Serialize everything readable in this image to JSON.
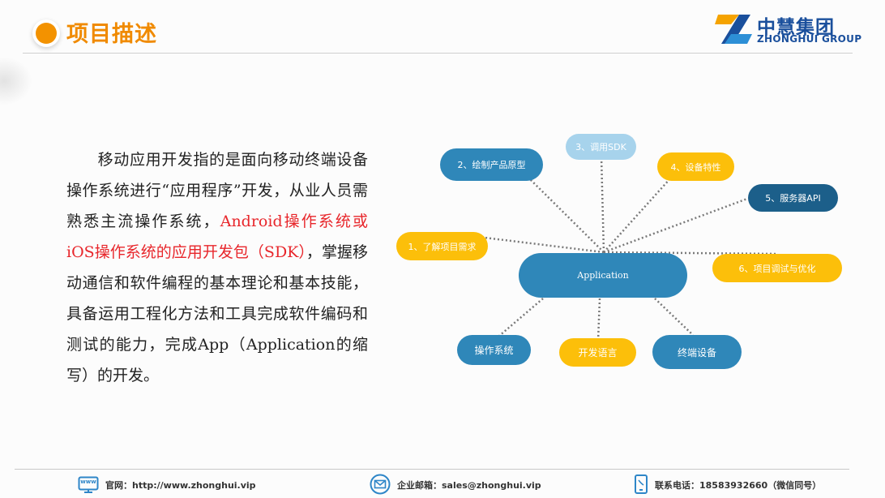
{
  "header": {
    "title": "项目描述",
    "logo_cn": "中慧集团",
    "logo_en": "ZHONGHUI GROUP"
  },
  "description": {
    "part1": "移动应用开发指的是面向移动终端设备操作系统进行“应用程序”开发，从业人员需熟悉主流操作系统，",
    "highlight": "Android操作系统或iOS操作系统的应用开发包（SDK）",
    "part2": "，掌握移动通信和软件编程的基本理论和基本技能，具备运用工程化方法和工具完成软件编码和测试的能力，完成App（Application的缩写）的开发。"
  },
  "diagram": {
    "center": "Application",
    "nodes": [
      {
        "id": "n1",
        "label": "1、了解项目需求",
        "color": "yellow"
      },
      {
        "id": "n2",
        "label": "2、绘制产品原型",
        "color": "blue"
      },
      {
        "id": "n3",
        "label": "3、调用SDK",
        "color": "lightblue"
      },
      {
        "id": "n4",
        "label": "4、设备特性",
        "color": "yellow"
      },
      {
        "id": "n5",
        "label": "5、服务器API",
        "color": "darkblue"
      },
      {
        "id": "n6",
        "label": "6、项目调试与优化",
        "color": "yellow"
      },
      {
        "id": "n7",
        "label": "操作系统",
        "color": "blue"
      },
      {
        "id": "n8",
        "label": "开发语言",
        "color": "yellow"
      },
      {
        "id": "n9",
        "label": "终端设备",
        "color": "blue"
      }
    ]
  },
  "footer": {
    "website_label": "官网：",
    "website": "http://www.zhonghui.vip",
    "email_label": "企业邮箱：",
    "email": "sales@zhonghui.vip",
    "phone_label": "联系电话：",
    "phone": "18583932660（微信同号）",
    "www_icon_text": "www"
  },
  "colors": {
    "accent": "#f08a00",
    "blue": "#2f87b9",
    "dark_blue": "#1c5f8a",
    "light_blue": "#a7d3ec",
    "yellow": "#fcbf0a",
    "highlight_red": "#e8262b"
  }
}
